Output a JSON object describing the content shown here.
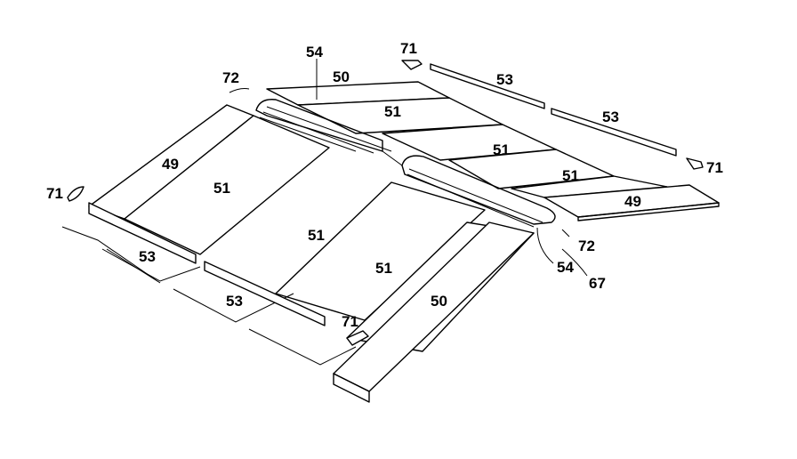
{
  "labels": {
    "l54_top": "54",
    "l50_top": "50",
    "l71_top": "71",
    "l53_top_a": "53",
    "l53_top_b": "53",
    "l72_left": "72",
    "l51_a": "51",
    "l51_b": "51",
    "l51_c": "51",
    "l71_right": "71",
    "l49_left": "49",
    "l51_d": "51",
    "l71_left": "71",
    "l49_right": "49",
    "l51_e": "51",
    "l72_right": "72",
    "l53_bottom_a": "53",
    "l51_f": "51",
    "l54_bottom": "54",
    "l67": "67",
    "l53_bottom_b": "53",
    "l50_bottom": "50",
    "l71_bottom": "71"
  }
}
